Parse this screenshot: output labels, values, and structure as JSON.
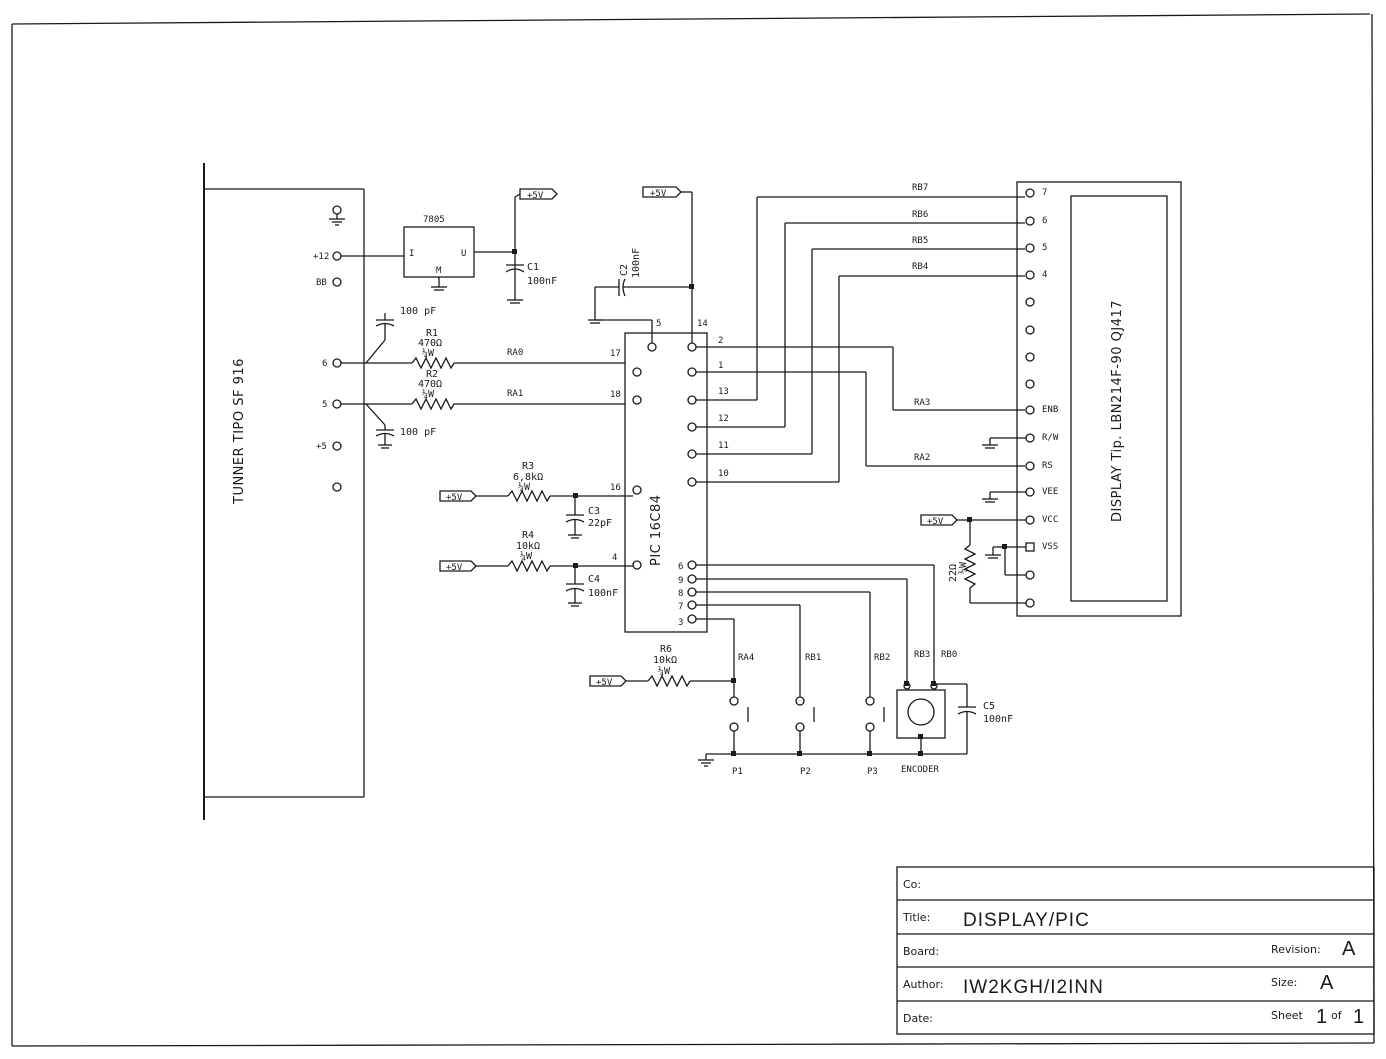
{
  "tuner": {
    "label": "TUNNER TIPO SF 916",
    "pins": [
      "+12",
      "BB",
      "6",
      "5",
      "+5"
    ]
  },
  "regulator": {
    "name": "7805",
    "pin_in": "I",
    "pin_out": "U",
    "pin_gnd": "M"
  },
  "supply_label": "+5V",
  "caps": {
    "c1": {
      "name": "C1",
      "value": "100nF"
    },
    "c2": {
      "name": "C2",
      "value": "100nF"
    },
    "c3": {
      "name": "C3",
      "value": "22pF"
    },
    "c4": {
      "name": "C4",
      "value": "100nF"
    },
    "c5": {
      "name": "C5",
      "value": "100nF"
    },
    "cin": "100 pF"
  },
  "resistors": {
    "r1": {
      "name": "R1",
      "value": "470Ω",
      "power": "¼W"
    },
    "r2": {
      "name": "R2",
      "value": "470Ω",
      "power": "¼W"
    },
    "r3": {
      "name": "R3",
      "value": "6,8kΩ",
      "power": "¼W"
    },
    "r4": {
      "name": "R4",
      "value": "10kΩ",
      "power": "¼W"
    },
    "r6": {
      "name": "R6",
      "value": "10kΩ",
      "power": "¼W"
    },
    "r22": {
      "value": "22Ω",
      "power": "¼W"
    }
  },
  "pic": {
    "label": "PIC 16C84",
    "pin_numbers": [
      "5",
      "14",
      "17",
      "18",
      "16",
      "4",
      "2",
      "1",
      "13",
      "12",
      "11",
      "10",
      "6",
      "9",
      "8",
      "7",
      "3"
    ]
  },
  "nets": [
    "RA0",
    "RA1",
    "RB7",
    "RB6",
    "RB5",
    "RB4",
    "RA3",
    "RA2",
    "RA4",
    "RB1",
    "RB2",
    "RB3",
    "RB0"
  ],
  "display": {
    "label": "DISPLAY Tip. LBN214F-90 QJ417",
    "pins": [
      "7",
      "6",
      "5",
      "4",
      "ENB",
      "R/W",
      "RS",
      "VEE",
      "VCC",
      "VSS"
    ]
  },
  "buttons": [
    "P1",
    "P2",
    "P3",
    "ENCODER"
  ],
  "title_block": {
    "co_label": "Co:",
    "title_label": "Title:",
    "title_value": "DISPLAY/PIC",
    "board_label": "Board:",
    "revision_label": "Revision:",
    "revision_value": "A",
    "author_label": "Author:",
    "author_value": "IW2KGH/I2INN",
    "size_label": "Size:",
    "size_value": "A",
    "date_label": "Date:",
    "sheet_label": "Sheet",
    "sheet_value": "1",
    "of_label": "of",
    "of_value": "1"
  }
}
